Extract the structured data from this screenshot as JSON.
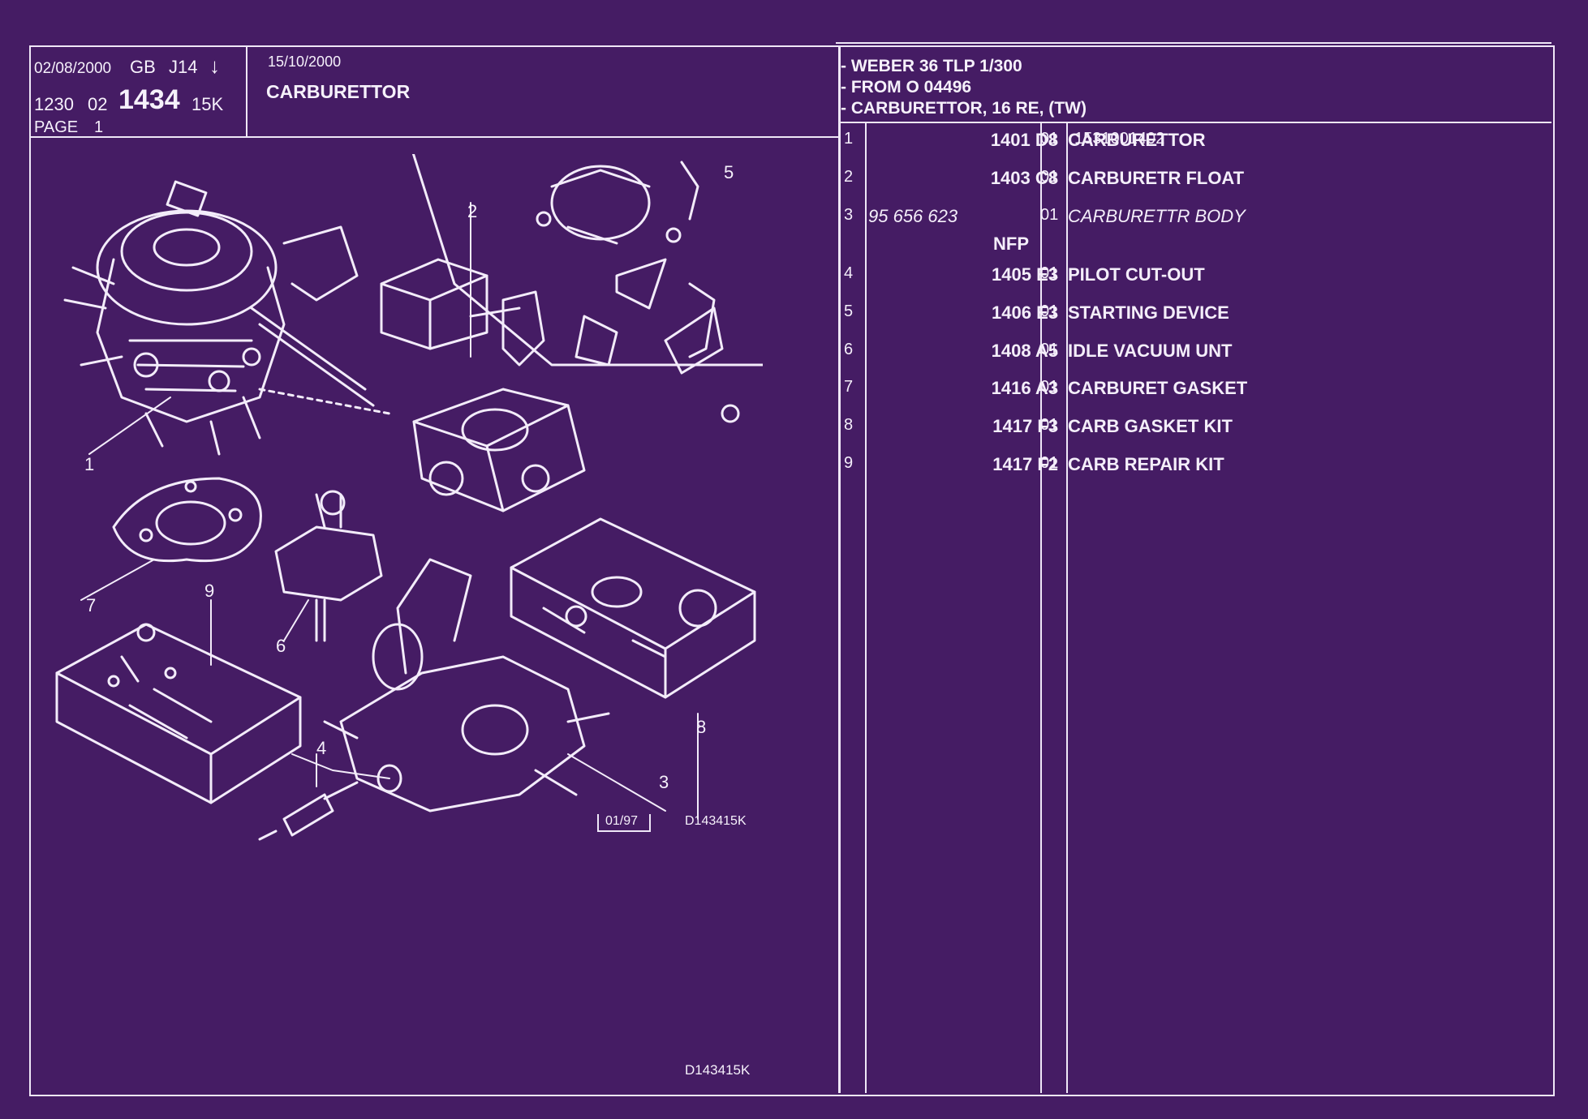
{
  "header": {
    "date_issued": "02/08/2000",
    "region": "GB",
    "model_code": "J14",
    "arrow_glyph": "↓",
    "section_code": "1230",
    "group": "02",
    "page_code": "1434",
    "sheet": "15K",
    "page_label": "PAGE",
    "page_number": "1",
    "date_updated": "15/10/2000",
    "title": "CARBURETTOR",
    "notes": [
      "- WEBER 36 TLP 1/300",
      "- FROM  O   04496",
      "- CARBURETTOR, 16 RE, (TW)"
    ]
  },
  "parts": [
    {
      "num": "1",
      "ref": "1401 D8",
      "qty": "01",
      "desc": "CARBURETTOR",
      "part_no": "1531001402",
      "italic": false
    },
    {
      "num": "2",
      "ref": "1403 C8",
      "qty": "01",
      "desc": "CARBURETR FLOAT",
      "italic": false
    },
    {
      "num": "3",
      "ref": "95 656 623",
      "nfp": "NFP",
      "qty": "01",
      "desc": "CARBURETTR BODY",
      "italic": true
    },
    {
      "num": "4",
      "ref": "1405 E3",
      "qty": "01",
      "desc": "PILOT CUT-OUT",
      "italic": false
    },
    {
      "num": "5",
      "ref": "1406 E3",
      "qty": "01",
      "desc": "STARTING DEVICE",
      "italic": false
    },
    {
      "num": "6",
      "ref": "1408 A5",
      "qty": "01",
      "desc": "IDLE VACUUM UNT",
      "italic": false
    },
    {
      "num": "7",
      "ref": "1416 A3",
      "qty": "01",
      "desc": "CARBURET GASKET",
      "italic": false
    },
    {
      "num": "8",
      "ref": "1417 F3",
      "qty": "01",
      "desc": "CARB GASKET KIT",
      "italic": false
    },
    {
      "num": "9",
      "ref": "1417 F2",
      "qty": "01",
      "desc": "CARB REPAIR KIT",
      "italic": false
    }
  ],
  "diagram": {
    "callouts": [
      "1",
      "2",
      "3",
      "4",
      "5",
      "6",
      "7",
      "8",
      "9"
    ],
    "revision": "01/97",
    "drawing_ref": "D143415K",
    "footer_ref": "D143415K"
  }
}
